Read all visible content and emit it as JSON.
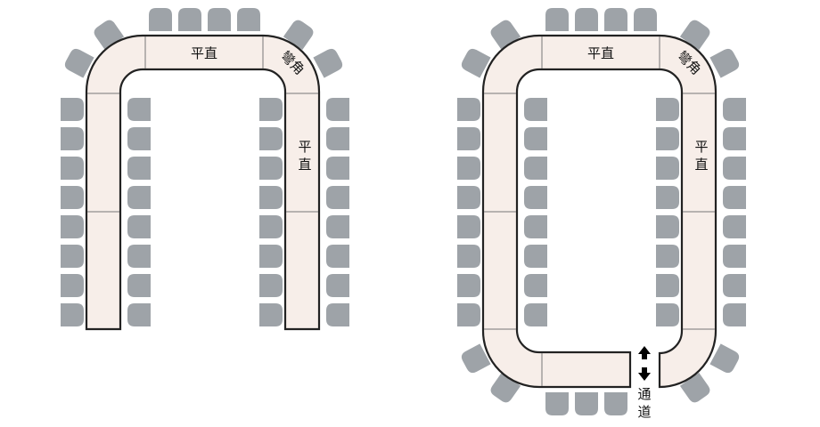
{
  "layouts": [
    {
      "id": "u-shape",
      "labels": {
        "straight_top": "平直",
        "corner": "彎角",
        "straight_side": "平直"
      }
    },
    {
      "id": "closed-loop",
      "labels": {
        "straight_top": "平直",
        "corner": "彎角",
        "straight_side": "平直",
        "aisle": "通道"
      }
    }
  ],
  "colors": {
    "seat": "#9ea3a8",
    "table_fill": "#f7eee9",
    "table_outline": "#222222",
    "text": "#111111"
  },
  "icons": [
    "up-arrow-icon",
    "down-arrow-icon"
  ]
}
